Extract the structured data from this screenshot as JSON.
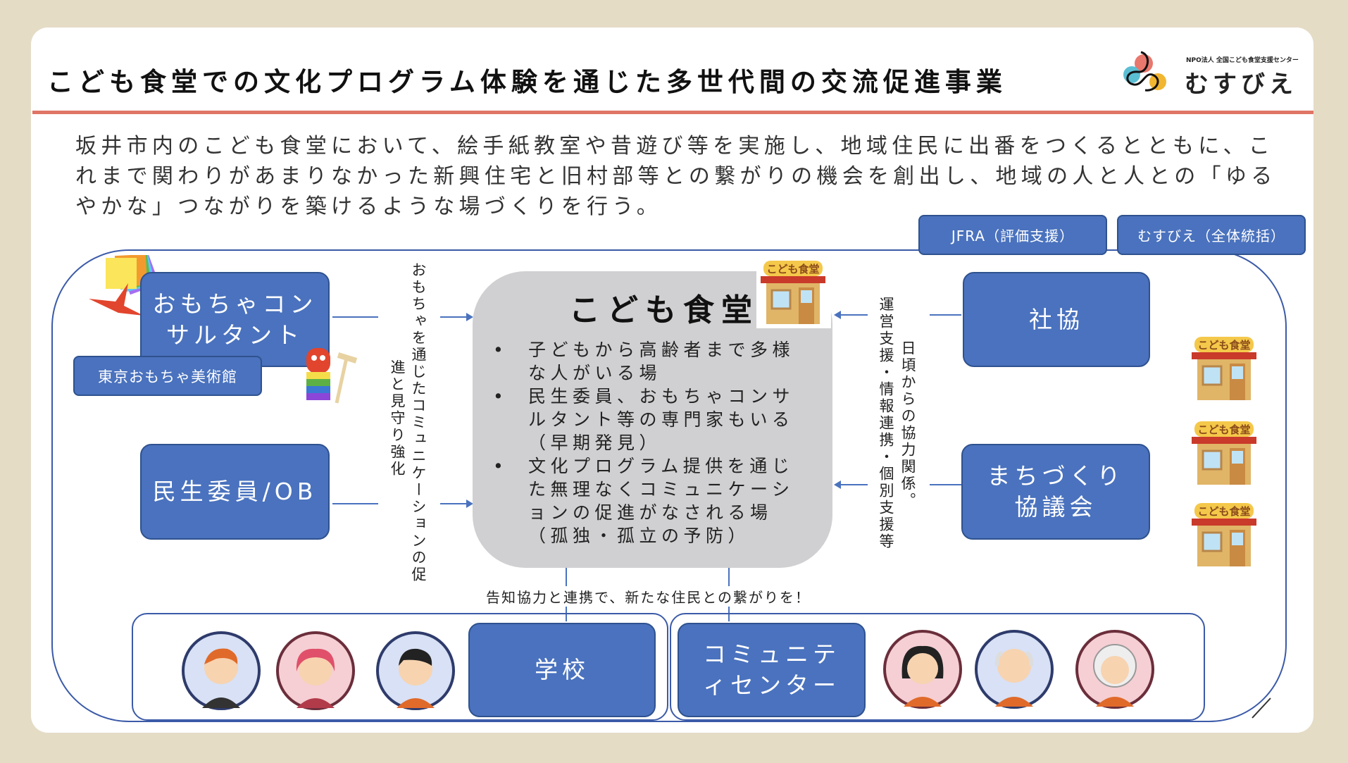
{
  "header": {
    "title": "こども食堂での文化プログラム体験を通じた多世代間の交流促進事業",
    "logo": {
      "org": "NPO法人 全国こども食堂支援センター",
      "name": "むすびえ"
    }
  },
  "description": "坂井市内のこども食堂において、絵手紙教室や昔遊び等を実施し、地域住民に出番をつくるとともに、これまで関わりがあまりなかった新興住宅と旧村部等との繋がりの機会を創出し、地域の人と人との「ゆるやかな」つながりを築けるような場づくりを行う。",
  "supporters": [
    "JFRA（評価支援）",
    "むすびえ（全体統括）"
  ],
  "left": {
    "toy_consultant": "おもちゃコンサルタント",
    "toy_museum": "東京おもちゃ美術館",
    "welfare": "民生委員/OB",
    "flow_text": [
      "おもちゃを通じたコミュニケーションの促",
      "進と見守り強化"
    ]
  },
  "center": {
    "title": "こども食堂",
    "shop_sign": "こども食堂",
    "bullets": [
      "子どもから高齢者まで多様な人がいる場",
      "民生委員、おもちゃコンサルタント等の専門家もいる（早期発見）",
      "文化プログラム提供を通じた無理なくコミュニケーションの促進がなされる場（孤独・孤立の予防）"
    ]
  },
  "right": {
    "council": "社協",
    "town": "まちづくり協議会",
    "flow_text": [
      "運営支援・情報連携・個別支援等",
      "日頃からの協力関係。"
    ]
  },
  "bottom": {
    "note": "告知協力と連携で、新たな住民との繋がりを！",
    "school": "学校",
    "community": "コミュニティセンター"
  },
  "colors": {
    "box": "#4a72be",
    "outline": "#3b5aa8",
    "accent_line": "#e07565",
    "center": "#d0cfd1",
    "background": "#e5dcc6"
  }
}
